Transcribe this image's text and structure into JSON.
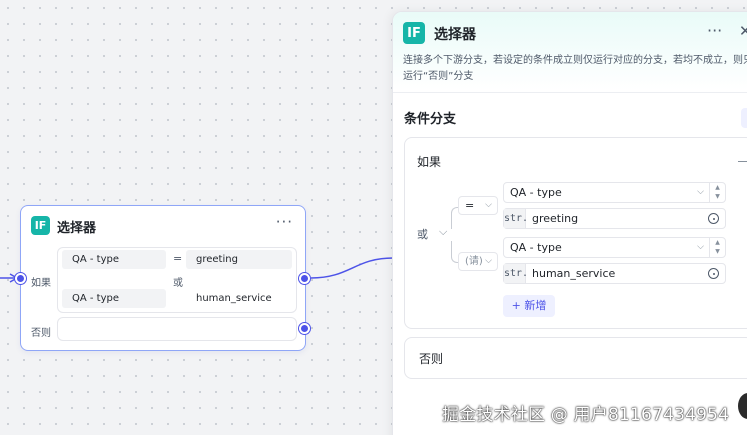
{
  "node": {
    "title": "选择器",
    "more": "···",
    "if_label": "如果",
    "else_label": "否则",
    "conditions": [
      {
        "left": "QA - type",
        "op": "=",
        "right": "greeting"
      },
      {
        "left": "QA - type",
        "op": "",
        "right": "human_service"
      }
    ],
    "logic": "或"
  },
  "panel": {
    "title": "选择器",
    "more": "···",
    "close": "✕",
    "description": "连接多个下游分支，若设定的条件成立则仅运行对应的分支，若均不成立，则只运行“否则”分支",
    "section_title": "条件分支",
    "if_label": "如果",
    "logic": "或",
    "conditions": [
      {
        "op": "=",
        "variable": "QA - type",
        "type": "str.",
        "value": "greeting"
      },
      {
        "op": "(请)",
        "variable": "QA - type",
        "type": "str.",
        "value": "human_service"
      }
    ],
    "add_label": "+ 新增",
    "else_label": "否则"
  },
  "watermark": "掘金技术社区 @ 用户81167434954",
  "colors": {
    "accent": "#4d53e8",
    "if_icon": "#16b5a8",
    "node_border": "#8fa6f7"
  },
  "icons": {
    "if": "IF"
  }
}
